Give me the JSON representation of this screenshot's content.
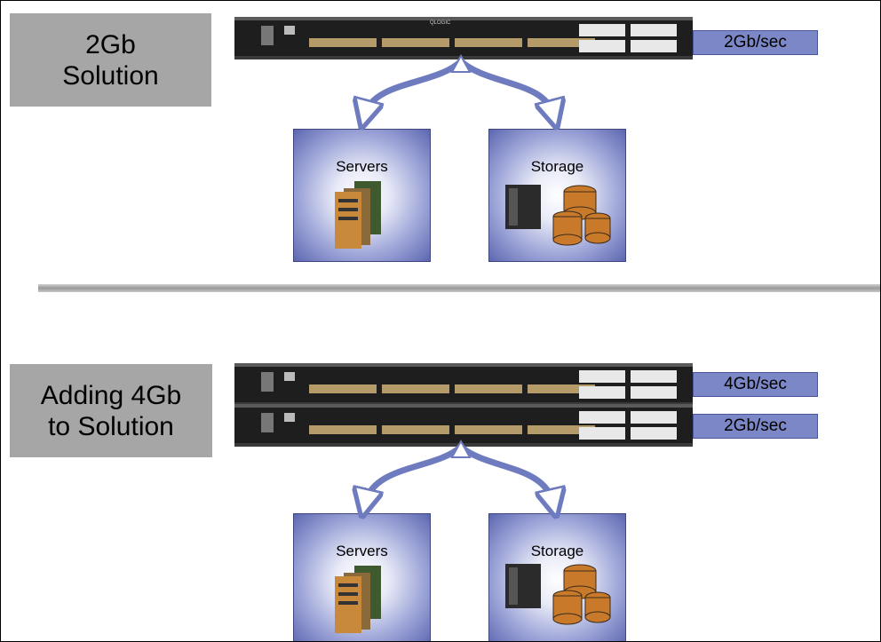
{
  "sections": [
    {
      "title": "2Gb\nSolution",
      "rates": [
        "2Gb/sec"
      ],
      "nodes": [
        {
          "label": "Servers",
          "icon": "server-icon"
        },
        {
          "label": "Storage",
          "icon": "storage-icon"
        }
      ]
    },
    {
      "title": "Adding 4Gb\nto Solution",
      "rates": [
        "4Gb/sec",
        "2Gb/sec"
      ],
      "nodes": [
        {
          "label": "Servers",
          "icon": "server-icon"
        },
        {
          "label": "Storage",
          "icon": "storage-icon"
        }
      ]
    }
  ],
  "colors": {
    "title_bg": "#a6a6a6",
    "rate_bg": "#7b87c6",
    "arrow": "#6f7bbf",
    "node_edge": "#5d67b0"
  }
}
